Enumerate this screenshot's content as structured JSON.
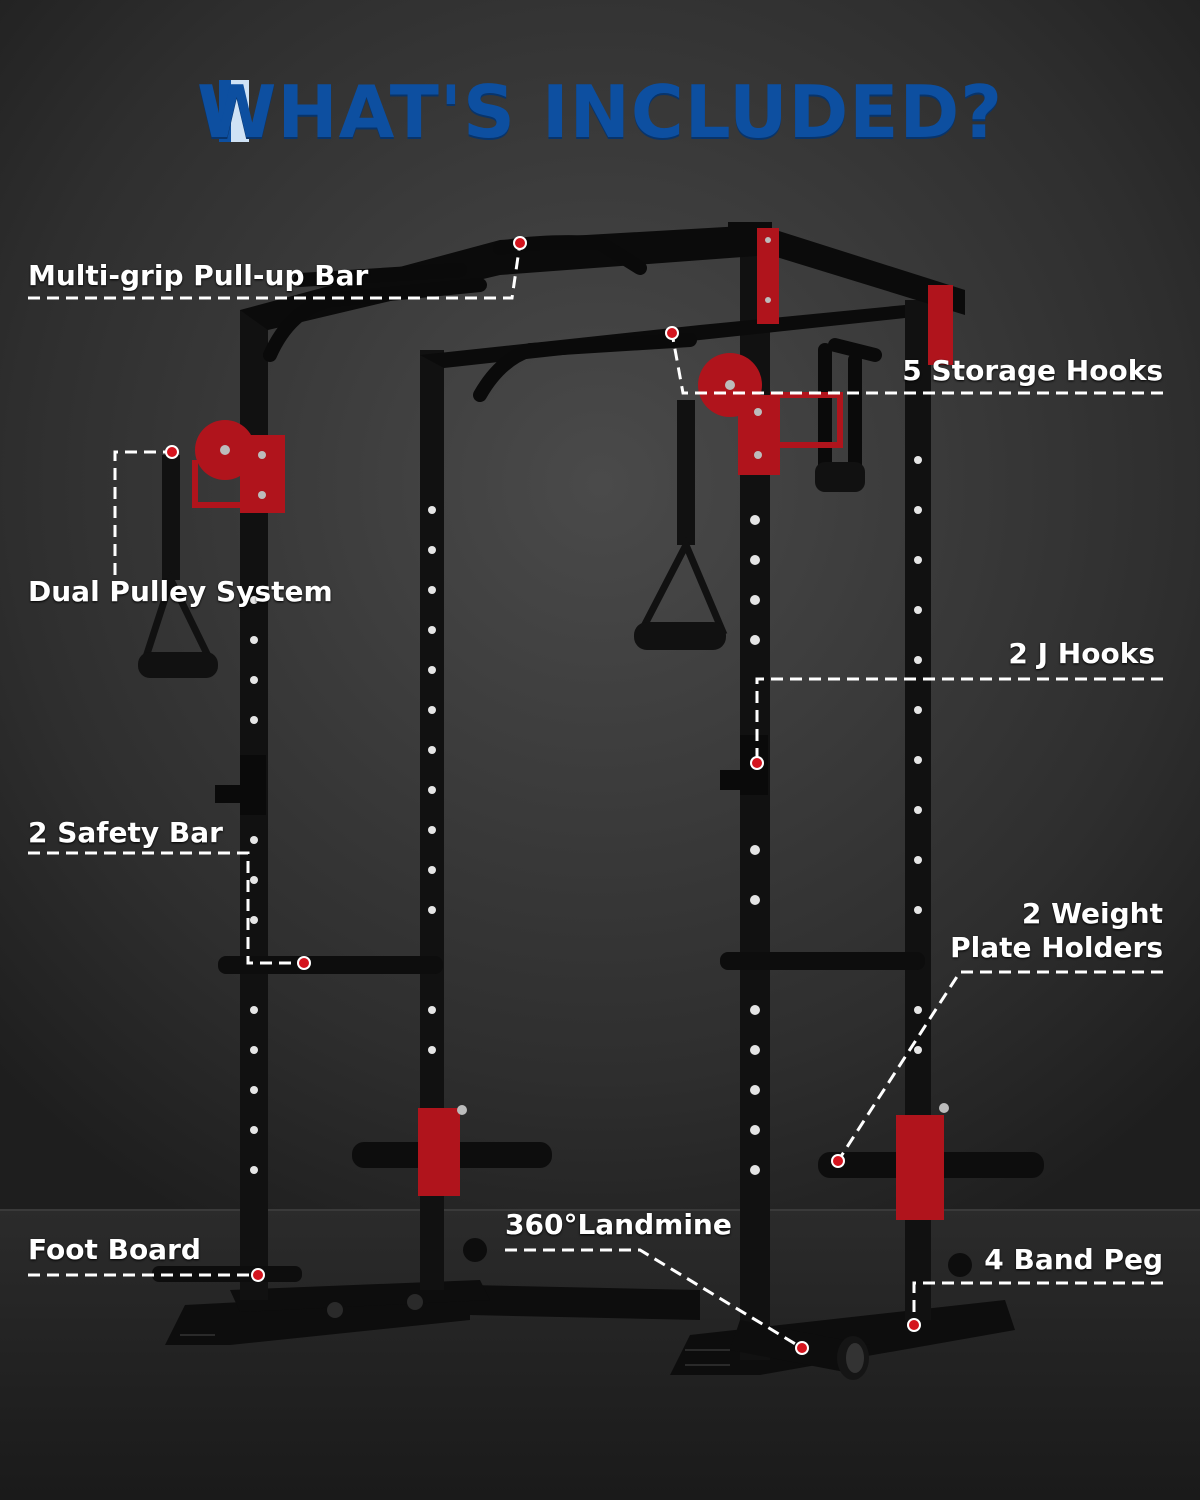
{
  "title": "WHAT'S INCLUDED?",
  "colors": {
    "title_blue": "#0d4fa0",
    "background": "#2a2a2a",
    "frame": "#0d0d0d",
    "accent_red": "#b0141c",
    "label_white": "#ffffff",
    "marker_red": "#d4141e"
  },
  "labels": {
    "pullup_bar": "Multi-grip Pull-up Bar",
    "storage_hooks": "5 Storage Hooks",
    "pulley_system": "Dual Pulley System",
    "j_hooks": "2 J Hooks",
    "safety_bar": "2 Safety Bar",
    "plate_holders_line1": "2 Weight",
    "plate_holders_line2": "Plate Holders",
    "foot_board": "Foot Board",
    "landmine": "360°Landmine",
    "band_peg": "4 Band Peg"
  }
}
